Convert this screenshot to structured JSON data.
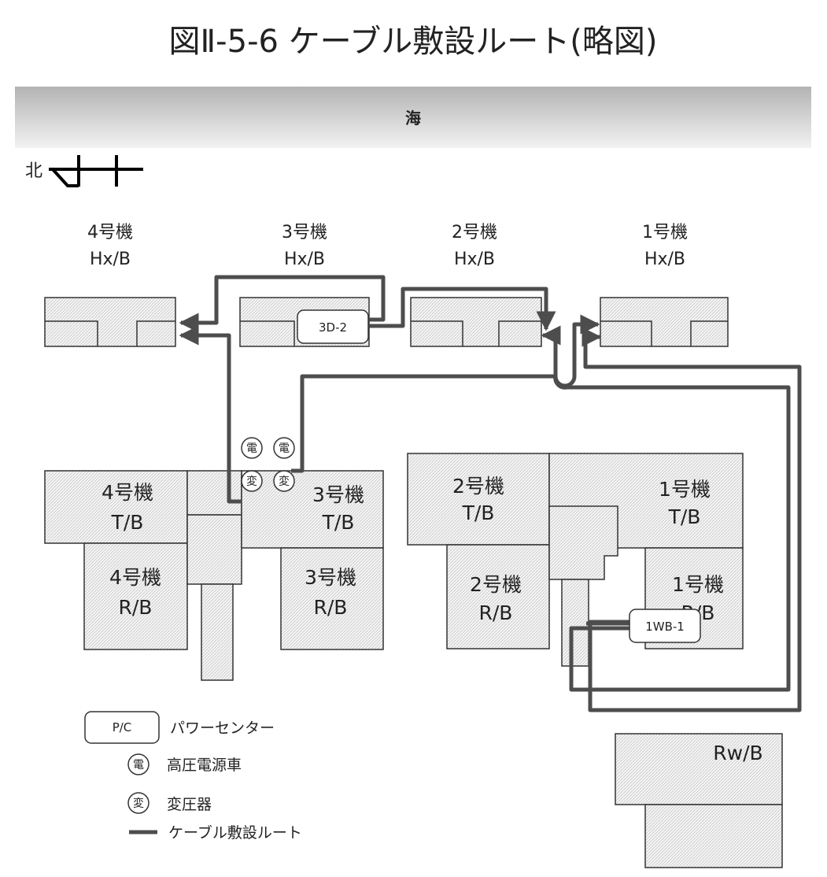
{
  "title": "図Ⅱ-5-6 ケーブル敷設ルート(略図)",
  "sea_label": "海",
  "north_label": "北",
  "hx_buildings": [
    {
      "unit": "4号機",
      "type": "Hx/B"
    },
    {
      "unit": "3号機",
      "type": "Hx/B"
    },
    {
      "unit": "2号機",
      "type": "Hx/B"
    },
    {
      "unit": "1号機",
      "type": "Hx/B"
    }
  ],
  "turbine_buildings": [
    {
      "unit": "4号機",
      "type": "T/B"
    },
    {
      "unit": "3号機",
      "type": "T/B"
    },
    {
      "unit": "2号機",
      "type": "T/B"
    },
    {
      "unit": "1号機",
      "type": "T/B"
    }
  ],
  "reactor_buildings": [
    {
      "unit": "4号機",
      "type": "R/B"
    },
    {
      "unit": "3号機",
      "type": "R/B"
    },
    {
      "unit": "2号機",
      "type": "R/B"
    },
    {
      "unit": "1号機",
      "type": "R/B"
    }
  ],
  "rw_building": "Rw/B",
  "power_centers": [
    "3D-2",
    "1WB-1"
  ],
  "symbols": {
    "power_vehicle": "電",
    "transformer": "変"
  },
  "legend": [
    {
      "symbol": "P/C",
      "label": "パワーセンター"
    },
    {
      "symbol": "電",
      "label": "高圧電源車"
    },
    {
      "symbol": "変",
      "label": "変圧器"
    },
    {
      "symbol": "line",
      "label": "ケーブル敷設ルート"
    }
  ],
  "colors": {
    "cable": "#4d4d4d",
    "building_fill": "#ececec",
    "outline": "#333333"
  }
}
